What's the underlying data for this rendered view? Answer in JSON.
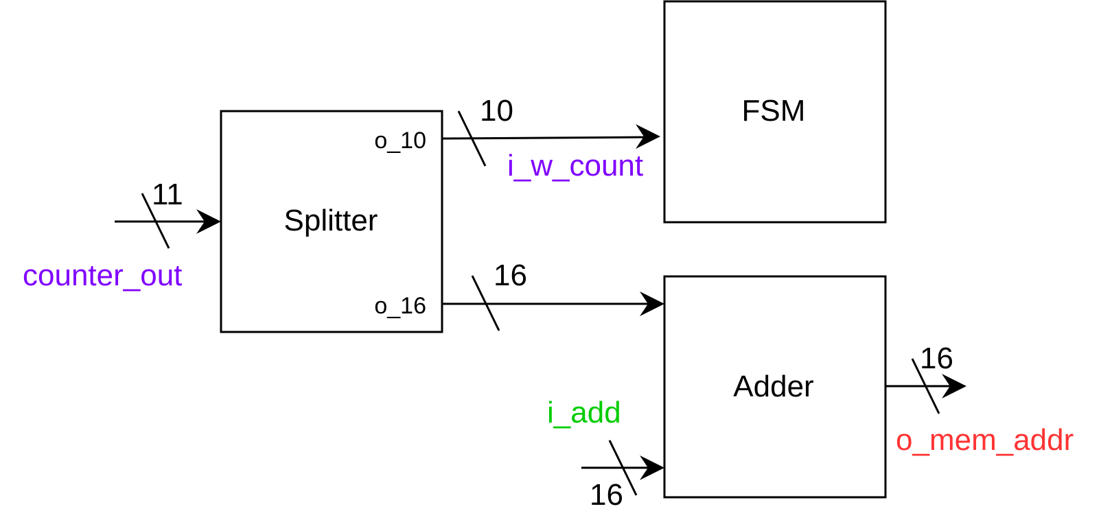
{
  "blocks": {
    "splitter": {
      "label": "Splitter",
      "port_top": "o_10",
      "port_bottom": "o_16"
    },
    "fsm": {
      "label": "FSM"
    },
    "adder": {
      "label": "Adder"
    }
  },
  "signals": {
    "counter_out": {
      "label": "counter_out",
      "width": "11",
      "color": "#8000ff"
    },
    "i_w_count": {
      "label": "i_w_count",
      "width": "10",
      "color": "#8000ff"
    },
    "splitter_to_adder": {
      "width": "16"
    },
    "i_add": {
      "label": "i_add",
      "width": "16",
      "color": "#00cc00"
    },
    "o_mem_addr": {
      "label": "o_mem_addr",
      "width": "16",
      "color": "#ff3333"
    }
  }
}
